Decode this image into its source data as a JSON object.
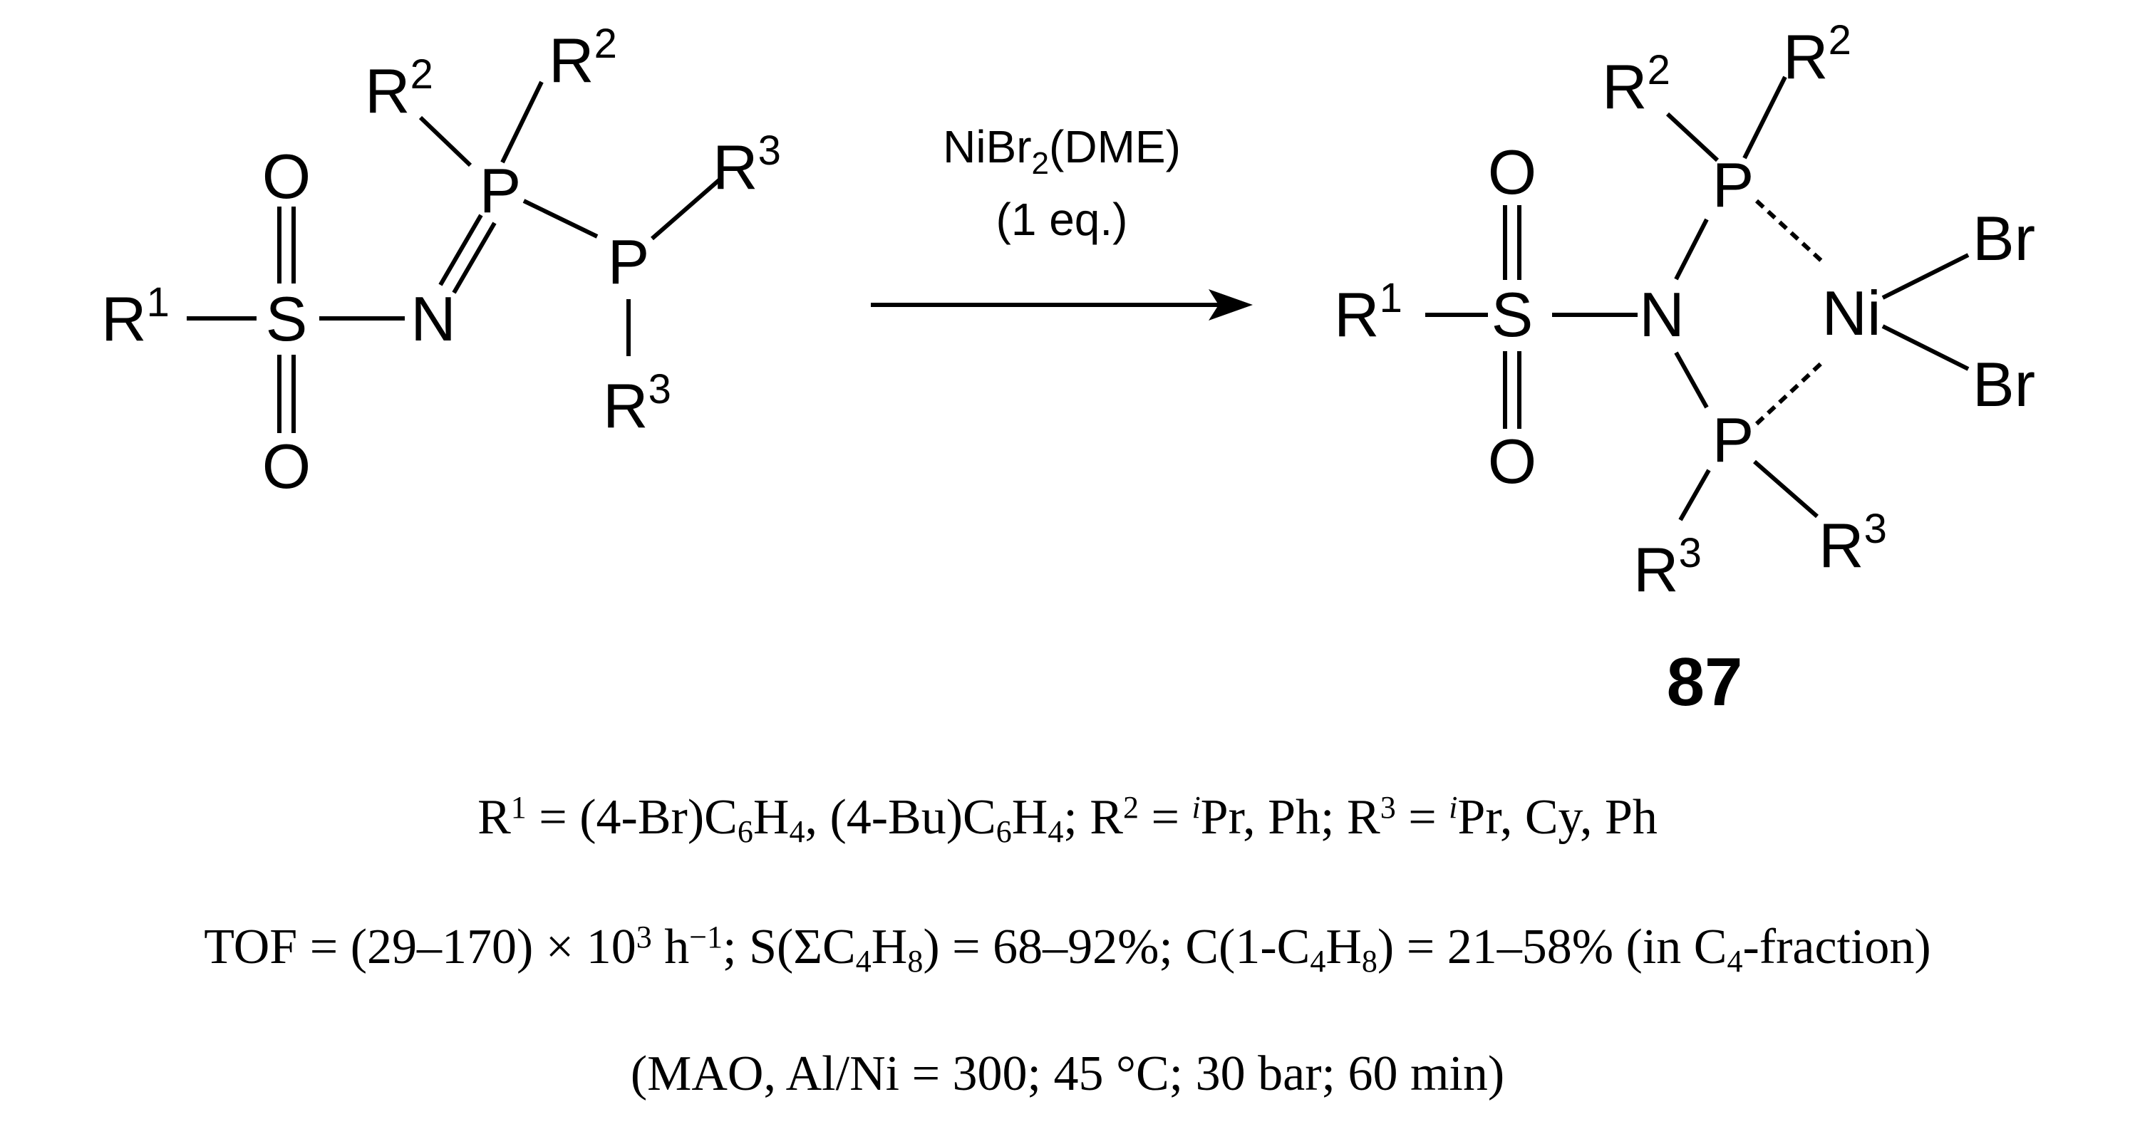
{
  "labels": {
    "O": "O",
    "S": "S",
    "N": "N",
    "P": "P",
    "Ni": "Ni",
    "Br": "Br",
    "R": "R",
    "sup1": "1",
    "sup2": "2",
    "sup3": "3"
  },
  "reagent": {
    "name": "NiBr",
    "sub": "2",
    "ligand": "(DME)",
    "equiv": "(1 eq.)"
  },
  "compound_number": "87",
  "substituents": {
    "r1_label": "R",
    "r1_sup": "1",
    "r1_value": " = (4-Br)C",
    "r1_a_sub1": "6",
    "r1_a_mid": "H",
    "r1_a_sub2": "4",
    "r1_b": ", (4-Bu)C",
    "r1_b_sub1": "6",
    "r1_b_mid": "H",
    "r1_b_sub2": "4",
    "r2_label": "; R",
    "r2_sup": "2",
    "r2_eq": " = ",
    "r2_i": "i",
    "r2_value": "Pr, Ph",
    "r3_label": "; R",
    "r3_sup": "3",
    "r3_eq": " = ",
    "r3_i": "i",
    "r3_value": "Pr, Cy, Ph"
  },
  "performance": {
    "tof_a": "TOF = (29–170) × 10",
    "tof_exp": "3",
    "tof_b": " h",
    "tof_unit_exp": "−1",
    "sel_a": "; S(ΣC",
    "sel_s1": "4",
    "sel_b": "H",
    "sel_s2": "8",
    "sel_c": ") = 68–92%; C(1-C",
    "conv_s1": "4",
    "conv_b": "H",
    "conv_s2": "8",
    "conv_c": ") = 21–58% (in C",
    "frac_s": "4",
    "frac_d": "-fraction)"
  },
  "conditions": "(MAO, Al/Ni = 300; 45 °C; 30 bar; 60 min)"
}
